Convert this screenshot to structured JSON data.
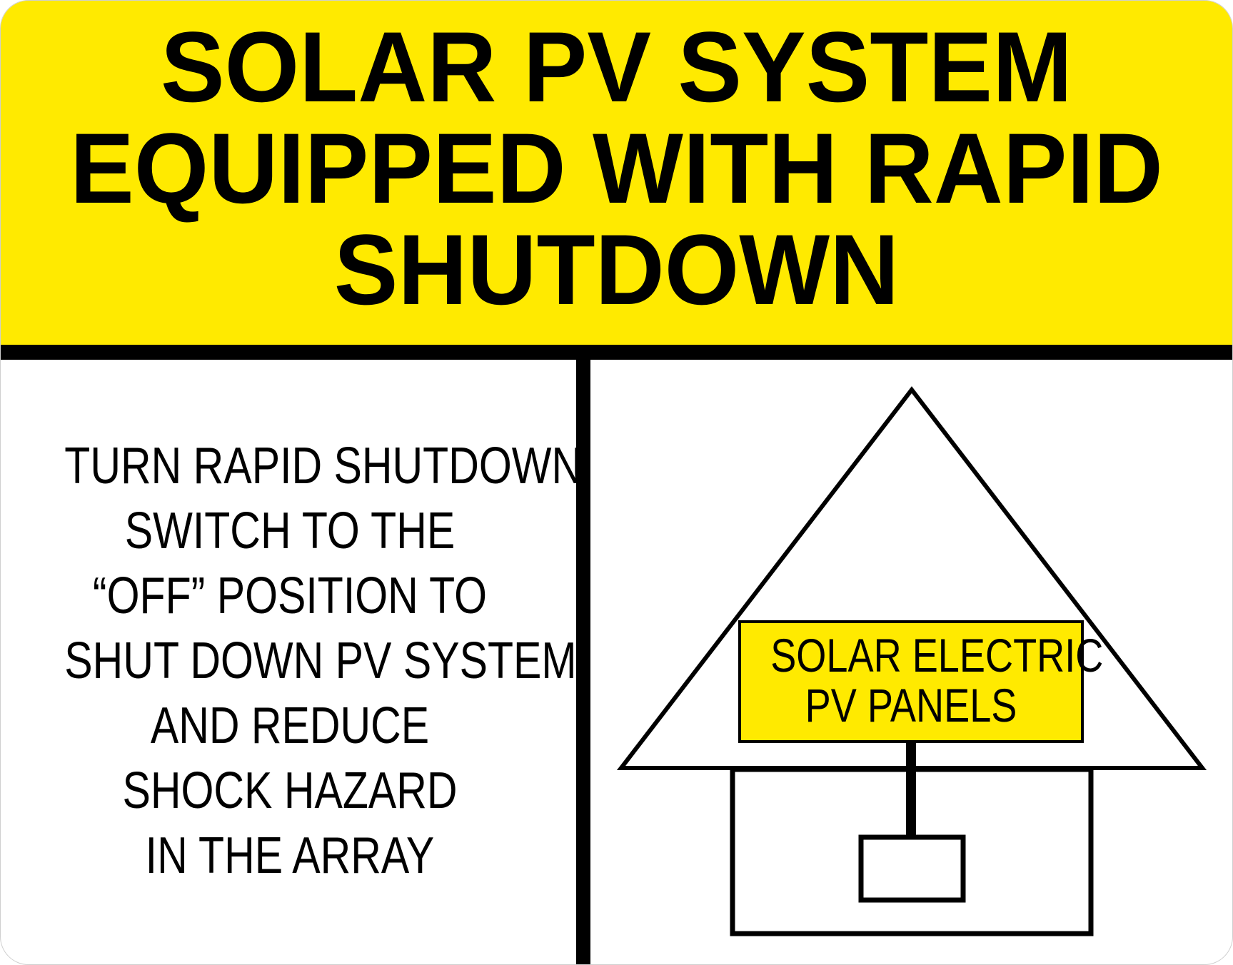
{
  "sign": {
    "title_lines": [
      "SOLAR PV SYSTEM",
      "EQUIPPED WITH RAPID",
      "SHUTDOWN"
    ],
    "instruction_lines": [
      "TURN RAPID SHUTDOWN",
      "SWITCH TO THE",
      "“OFF” POSITION TO",
      "SHUT DOWN PV SYSTEM",
      "AND REDUCE",
      "SHOCK HAZARD",
      "IN THE ARRAY"
    ],
    "diagram": {
      "panel_label_lines": [
        "SOLAR ELECTRIC",
        "PV PANELS"
      ]
    },
    "colors": {
      "header_yellow": "#ffea00",
      "ink": "#000000",
      "background": "#ffffff"
    }
  }
}
